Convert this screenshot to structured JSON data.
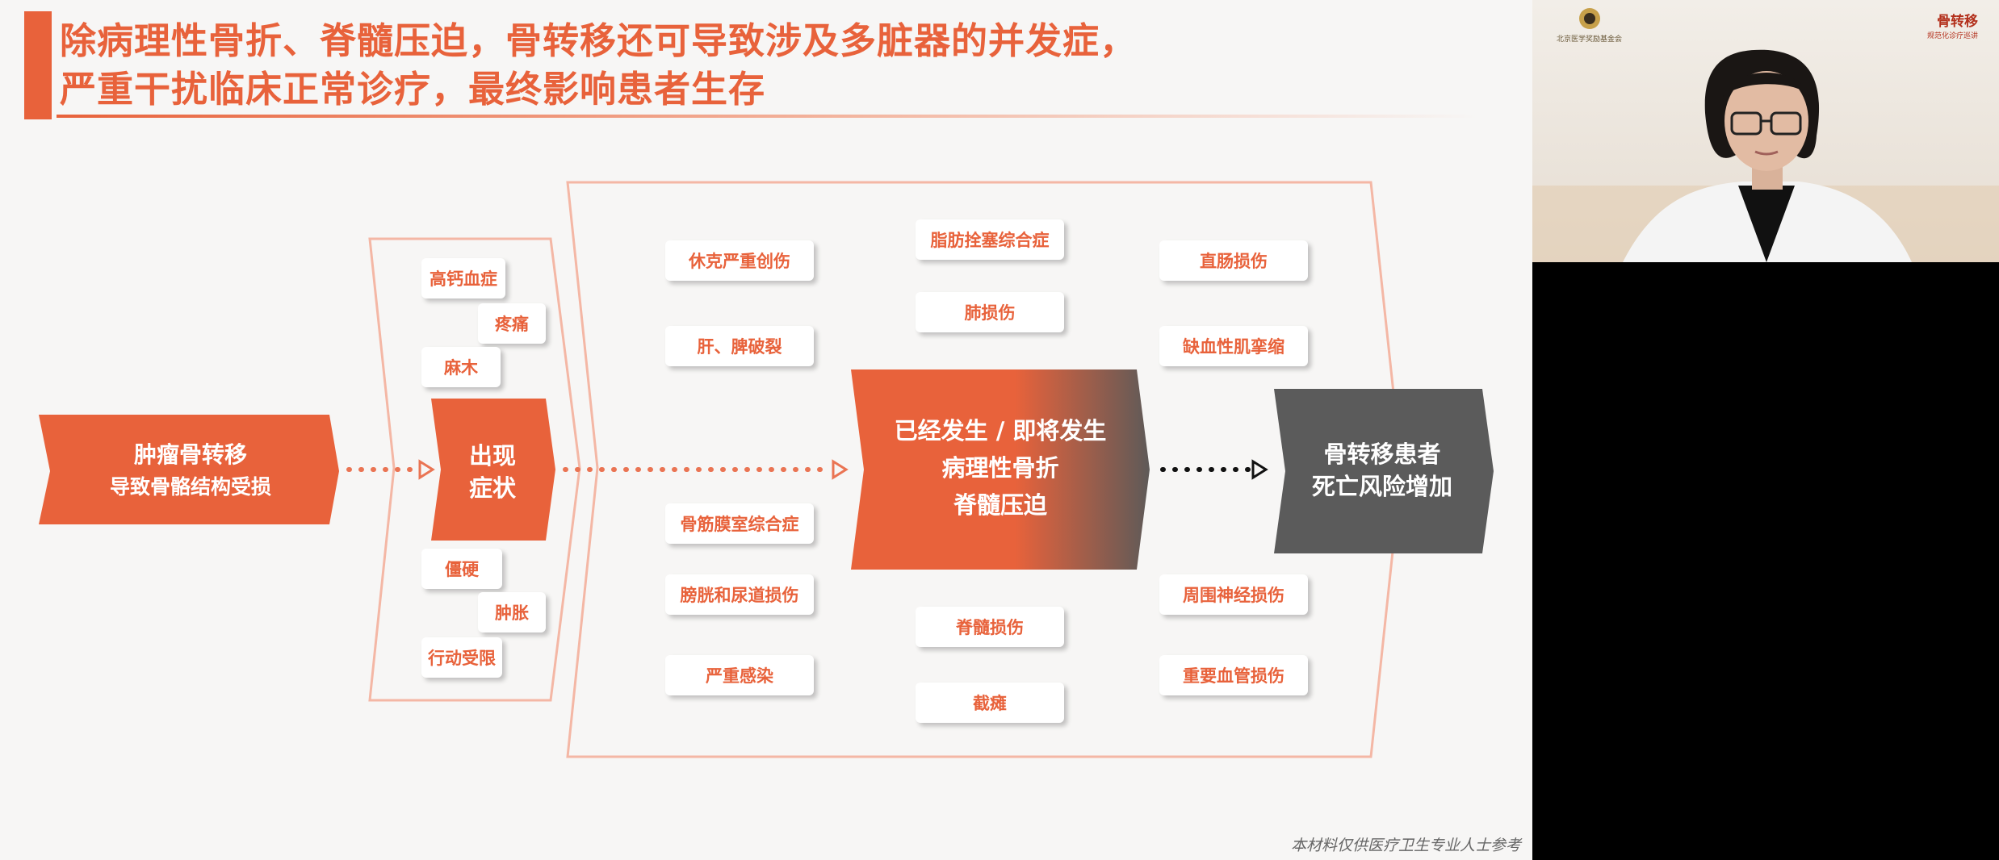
{
  "slide": {
    "title_line1": "除病理性骨折、脊髓压迫，骨转移还可导致涉及多脏器的并发症，",
    "title_line2": "严重干扰临床正常诊疗，最终影响患者生存",
    "footer_note": "本材料仅供医疗卫生专业人士参考",
    "accent_color": "#e8623b",
    "dark_color": "#5b5b5b"
  },
  "flow": {
    "cause_line1": "肿瘤骨转移",
    "cause_line2": "导致骨骼结构受损",
    "symptom_line1": "出现",
    "symptom_line2": "症状",
    "event_line1": "已经发生 / 即将发生",
    "event_line2": "病理性骨折",
    "event_line3": "脊髓压迫",
    "outcome_line1": "骨转移患者",
    "outcome_line2": "死亡风险增加"
  },
  "symptoms": [
    "高钙血症",
    "疼痛",
    "麻木",
    "僵硬",
    "肿胀",
    "行动受限"
  ],
  "complications": [
    "休克严重创伤",
    "肝、脾破裂",
    "骨筋膜室综合症",
    "膀胱和尿道损伤",
    "严重感染",
    "脂肪拴塞综合症",
    "肺损伤",
    "脊髓损伤",
    "截瘫",
    "直肠损伤",
    "缺血性肌挛缩",
    "周围神经损伤",
    "重要血管损伤"
  ],
  "webcam": {
    "logo_left": "北京医学奖励基金会",
    "logo_right_main": "骨转移",
    "logo_right_sub": "规范化诊疗巡讲"
  }
}
